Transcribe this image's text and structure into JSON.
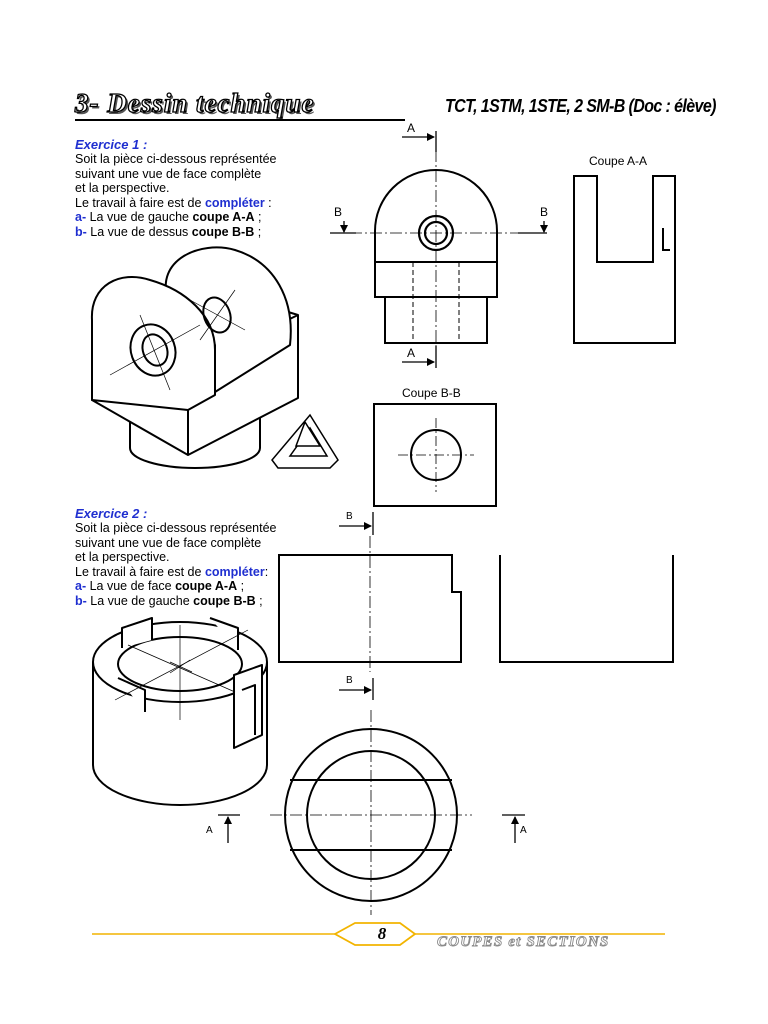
{
  "header": {
    "title": "3- Dessin technique",
    "classes": "TCT, 1STM, 1STE,  2 SM-B (Doc : élève)"
  },
  "exercise1": {
    "title": "Exercice 1 :",
    "line1": "Soit la pièce ci-dessous représentée",
    "line2": "suivant une vue de face complète",
    "line3": "et la perspective.",
    "line4_pre": "Le travail à faire est de ",
    "line4_kw": "compléter",
    "line4_post": " :",
    "item_a_letter": "a-",
    "item_a_text": " La vue de gauche ",
    "item_a_bold": "coupe A-A",
    "item_a_end": " ;",
    "item_b_letter": "b-",
    "item_b_text": " La vue de dessus ",
    "item_b_bold": "coupe B-B",
    "item_b_end": " ;",
    "label_coupe_aa": "Coupe A-A",
    "label_coupe_bb": "Coupe B-B",
    "label_a": "A",
    "label_b": "B"
  },
  "exercise2": {
    "title": "Exercice 2 :",
    "line1": "Soit la pièce ci-dessous représentée",
    "line2": "suivant une vue de face complète",
    "line3": "et la perspective.",
    "line4_pre": "Le travail à faire est de ",
    "line4_kw": "compléter",
    "line4_post": ":",
    "item_a_letter": "a-",
    "item_a_text": " La vue de face ",
    "item_a_bold": "coupe A-A",
    "item_a_end": " ;",
    "item_b_letter": "b-",
    "item_b_text": " La vue de gauche ",
    "item_b_bold": "coupe B-B",
    "item_b_end": " ;",
    "label_a": "A",
    "label_b": "B"
  },
  "footer": {
    "page_number": "8",
    "chapter": "COUPES et SECTIONS",
    "accent_color": "#f2b400"
  }
}
